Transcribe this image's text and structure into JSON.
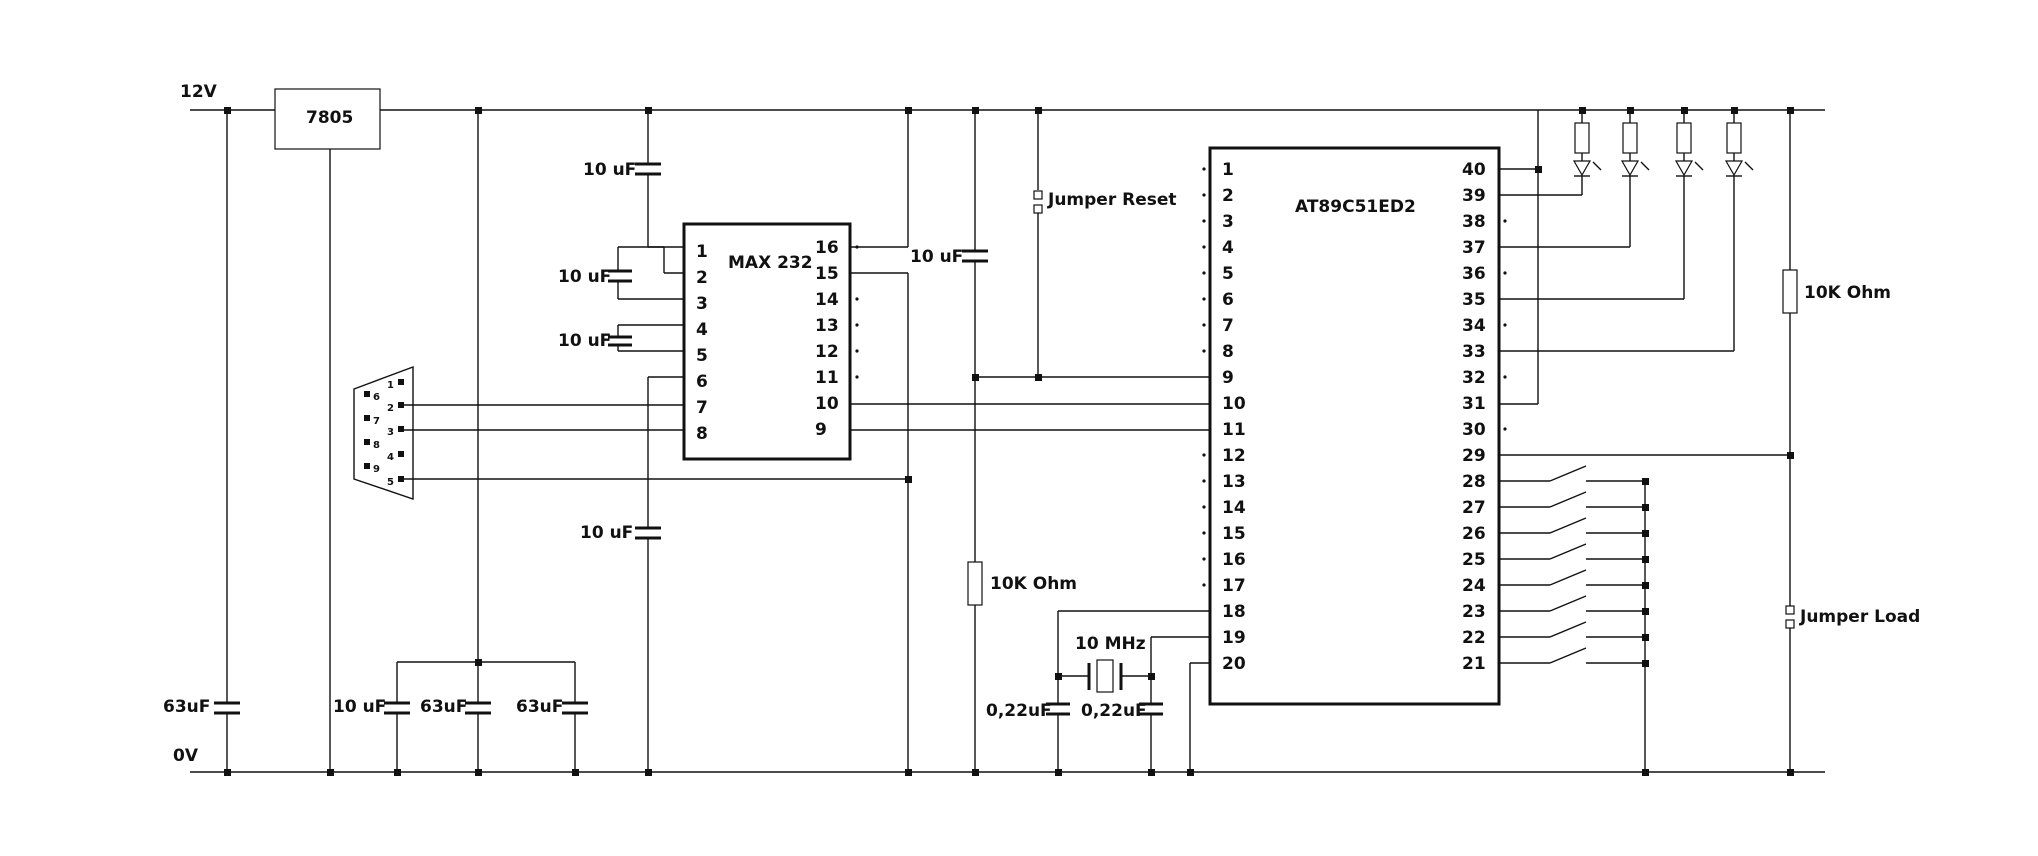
{
  "rails": {
    "vcc": "12V",
    "gnd": "0V"
  },
  "regulator": {
    "label": "7805"
  },
  "max232": {
    "label": "MAX 232",
    "left_pins": [
      "1",
      "2",
      "3",
      "4",
      "5",
      "6",
      "7",
      "8"
    ],
    "right_pins": [
      "16",
      "15",
      "14",
      "13",
      "12",
      "11",
      "10",
      "9"
    ]
  },
  "mcu": {
    "label": "AT89C51ED2",
    "left_pins": [
      "1",
      "2",
      "3",
      "4",
      "5",
      "6",
      "7",
      "8",
      "9",
      "10",
      "11",
      "12",
      "13",
      "14",
      "15",
      "16",
      "17",
      "18",
      "19",
      "20"
    ],
    "right_pins": [
      "40",
      "39",
      "38",
      "37",
      "36",
      "35",
      "34",
      "33",
      "32",
      "31",
      "30",
      "29",
      "28",
      "27",
      "26",
      "25",
      "24",
      "23",
      "22",
      "21"
    ]
  },
  "db9": {
    "pins": [
      "1",
      "2",
      "3",
      "4",
      "5",
      "6",
      "7",
      "8",
      "9"
    ]
  },
  "capacitors": {
    "c_top": "10 uF",
    "c_mid": "10 uF",
    "c_low": "10 uF",
    "c_pin6": "10 uF",
    "c_reset": "10 uF",
    "c_in": "63uF",
    "c_b1": "10 uF",
    "c_b2": "63uF",
    "c_b3": "63uF",
    "c_x1": "0,22uF",
    "c_x2": "0,22uF"
  },
  "resistors": {
    "r_reset": "10K Ohm",
    "r_pullup": "10K Ohm"
  },
  "crystal": {
    "label": "10 MHz"
  },
  "jumpers": {
    "reset": "Jumper Reset",
    "load": "Jumper Load"
  }
}
